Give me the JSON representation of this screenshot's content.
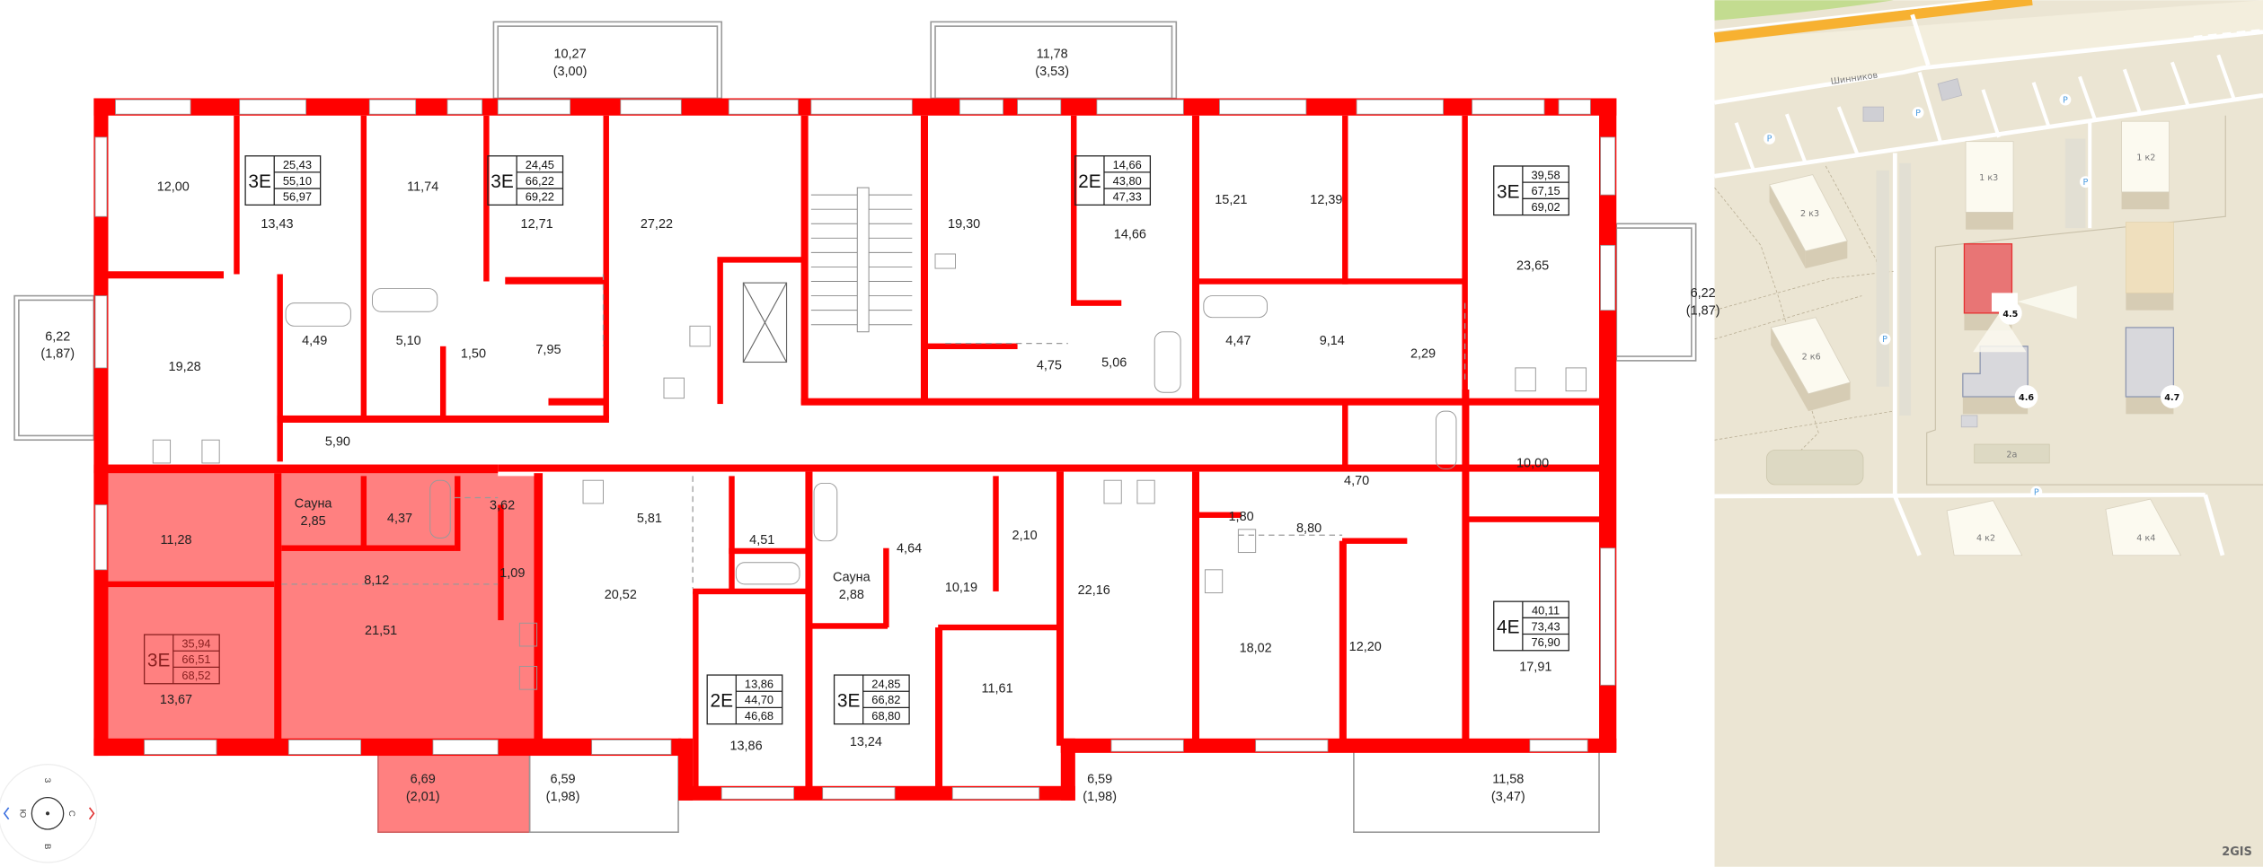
{
  "colors": {
    "wall": "#ff0000",
    "selected_apartment": "#ff8080",
    "map_bg": "#ebe5d3",
    "selected_building": "#e87575",
    "road_major": "#f7b131"
  },
  "plan": {
    "rooms": [
      {
        "area": "12,00"
      },
      {
        "area": "13,43"
      },
      {
        "area": "11,74"
      },
      {
        "area": "12,71"
      },
      {
        "area": "27,22"
      },
      {
        "area": "19,30"
      },
      {
        "area": "14,66"
      },
      {
        "area": "15,21"
      },
      {
        "area": "12,39"
      },
      {
        "area": "23,65"
      },
      {
        "area": "19,28"
      },
      {
        "area": "4,49"
      },
      {
        "area": "5,10"
      },
      {
        "area": "1,50"
      },
      {
        "area": "7,95"
      },
      {
        "area": "5,90"
      },
      {
        "area": "4,75"
      },
      {
        "area": "5,06"
      },
      {
        "area": "4,47"
      },
      {
        "area": "9,14"
      },
      {
        "area": "2,29"
      },
      {
        "area": "4,70"
      },
      {
        "area": "10,00"
      },
      {
        "area": "11,28"
      },
      {
        "name": "Сауна",
        "area": "2,85"
      },
      {
        "area": "4,37"
      },
      {
        "area": "3,62"
      },
      {
        "area": "8,12"
      },
      {
        "area": "1,09"
      },
      {
        "area": "13,67"
      },
      {
        "area": "21,51"
      },
      {
        "area": "20,52"
      },
      {
        "area": "5,81"
      },
      {
        "area": "4,51"
      },
      {
        "area": "4,64"
      },
      {
        "name": "Сауна",
        "area": "2,88"
      },
      {
        "area": "2,10"
      },
      {
        "area": "10,19"
      },
      {
        "area": "13,86"
      },
      {
        "area": "13,24"
      },
      {
        "area": "11,61"
      },
      {
        "area": "22,16"
      },
      {
        "area": "1,80"
      },
      {
        "area": "8,80"
      },
      {
        "area": "18,02"
      },
      {
        "area": "12,20"
      },
      {
        "area": "17,91"
      }
    ],
    "balconies": [
      {
        "area": "10,27",
        "reduced": "(3,00)"
      },
      {
        "area": "11,78",
        "reduced": "(3,53)"
      },
      {
        "area": "6,22",
        "reduced": "(1,87)"
      },
      {
        "area": "6,22",
        "reduced": "(1,87)"
      },
      {
        "area": "6,69",
        "reduced": "(2,01)"
      },
      {
        "area": "6,59",
        "reduced": "(1,98)"
      },
      {
        "area": "6,59",
        "reduced": "(1,98)"
      },
      {
        "area": "11,58",
        "reduced": "(3,47)"
      }
    ],
    "apartments": [
      {
        "type": "3E",
        "living": "25,43",
        "total": "55,10",
        "total_with_balcony": "56,97",
        "selected": false
      },
      {
        "type": "3E",
        "living": "24,45",
        "total": "66,22",
        "total_with_balcony": "69,22",
        "selected": false
      },
      {
        "type": "2E",
        "living": "14,66",
        "total": "43,80",
        "total_with_balcony": "47,33",
        "selected": false
      },
      {
        "type": "3E",
        "living": "39,58",
        "total": "67,15",
        "total_with_balcony": "69,02",
        "selected": false
      },
      {
        "type": "3E",
        "living": "35,94",
        "total": "66,51",
        "total_with_balcony": "68,52",
        "selected": true
      },
      {
        "type": "2E",
        "living": "13,86",
        "total": "44,70",
        "total_with_balcony": "46,68",
        "selected": false
      },
      {
        "type": "3E",
        "living": "24,85",
        "total": "66,82",
        "total_with_balcony": "68,80",
        "selected": false
      },
      {
        "type": "4E",
        "living": "40,11",
        "total": "73,43",
        "total_with_balcony": "76,90",
        "selected": false
      }
    ]
  },
  "compass": {
    "north": "С",
    "south": "Ю",
    "east": "В",
    "west": "З",
    "rotate_left_icon": "chevron-left-icon",
    "rotate_right_icon": "chevron-right-icon"
  },
  "map": {
    "street": "Шинников",
    "buildings": {
      "b1k3": "1 к3",
      "b1k2": "1 к2",
      "b2k3": "2 к3",
      "b2k6": "2 к6",
      "b2a": "2а",
      "b4k2": "4 к2",
      "b4k4": "4 к4"
    },
    "markers": {
      "m45": "4.5",
      "m46": "4.6",
      "m47": "4.7"
    },
    "parking": "P",
    "logo": "2GIS"
  }
}
